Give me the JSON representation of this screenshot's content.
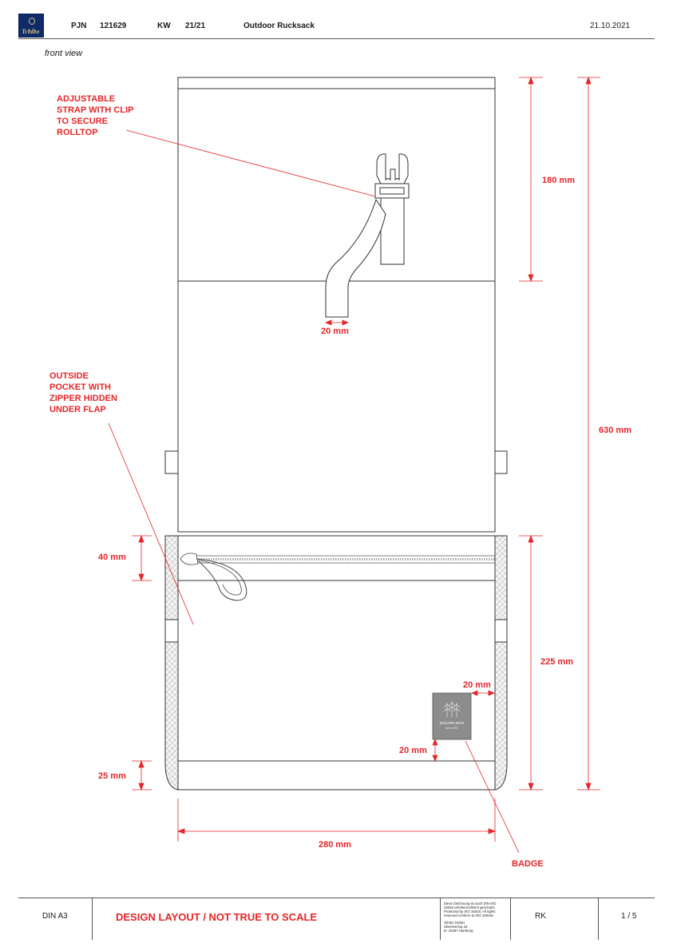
{
  "header": {
    "pjn_label": "PJN",
    "pjn_value": "121629",
    "kw_label": "KW",
    "kw_value": "21/21",
    "product": "Outdoor Rucksack",
    "date": "21.10.2021",
    "logo_text": "Tchibo"
  },
  "view_title": "front view",
  "callouts": {
    "strap": [
      "ADJUSTABLE",
      "STRAP WITH CLIP",
      "TO SECURE",
      "ROLLTOP"
    ],
    "pocket": [
      "OUTSIDE",
      "POCKET WITH",
      "ZIPPER HIDDEN",
      "UNDER FLAP"
    ],
    "badge": "BADGE"
  },
  "dimensions": {
    "top_section": "180 mm",
    "total_height": "630 mm",
    "strap_width": "20 mm",
    "zipper_height": "40 mm",
    "lower_section": "225 mm",
    "badge_right": "20 mm",
    "badge_bottom": "20 mm",
    "base_band": "25 mm",
    "width": "280 mm"
  },
  "badge_text": [
    "ESCAPE INTO",
    "NATURE"
  ],
  "footer": {
    "format": "DIN A3",
    "disclaimer": "DESIGN LAYOUT / NOT TRUE TO SCALE",
    "copyright_lines": [
      "Diese Zeichnung ist nach DIN ISO",
      "16016 urheberrechtlich geschützt.",
      "Protected by ISO 16016; All rights",
      "reserved conform to ISO 16016v"
    ],
    "company_lines": [
      "Tchibo GmbH",
      "Überseering 18",
      "D- 22297 Hamburg"
    ],
    "initials": "RK",
    "page": "1 / 5"
  },
  "colors": {
    "annotation": "#e3262a",
    "outline": "#333333",
    "badge": "#8c8c8c"
  }
}
